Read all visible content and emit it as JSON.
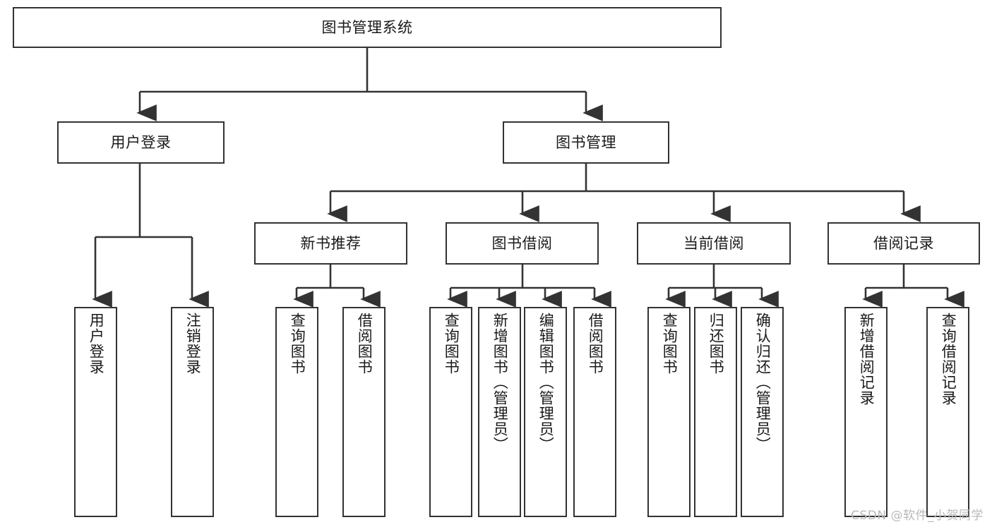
{
  "diagram": {
    "kind": "functional-structure-tree",
    "watermark": "CSDN @软件_小贺同学",
    "colors": {
      "background": "#ffffff",
      "box_border": "#333333",
      "box_fill": "#ffffff",
      "text": "#1a1a1a",
      "connector": "#333333",
      "watermark": "#b9b9b9"
    },
    "root": {
      "label": "图书管理系统"
    },
    "level2": [
      {
        "label": "用户登录"
      },
      {
        "label": "图书管理"
      }
    ],
    "level3": [
      {
        "label": "新书推荐"
      },
      {
        "label": "图书借阅"
      },
      {
        "label": "当前借阅"
      },
      {
        "label": "借阅记录"
      }
    ],
    "leaves": {
      "user_login": [
        {
          "label": "用户登录"
        },
        {
          "label": "注销登录"
        }
      ],
      "new_book_recommend": [
        {
          "label": "查询图书"
        },
        {
          "label": "借阅图书"
        }
      ],
      "book_borrow": [
        {
          "label": "查询图书"
        },
        {
          "label": "新增图书（管理员）"
        },
        {
          "label": "编辑图书（管理员）"
        },
        {
          "label": "借阅图书"
        }
      ],
      "current_borrow": [
        {
          "label": "查询图书"
        },
        {
          "label": "归还图书"
        },
        {
          "label": "确认归还（管理员）"
        }
      ],
      "borrow_record": [
        {
          "label": "新增借阅记录"
        },
        {
          "label": "查询借阅记录"
        }
      ]
    }
  }
}
